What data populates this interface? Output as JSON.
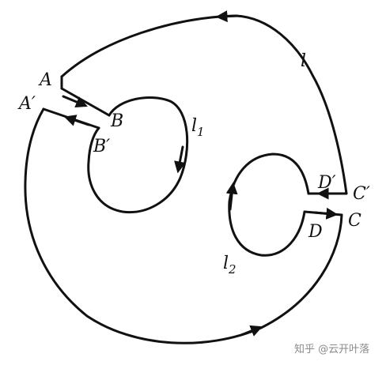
{
  "labels": {
    "A": "A",
    "A_prime": "A′",
    "B": "B",
    "B_prime": "B′",
    "C": "C",
    "C_prime": "C′",
    "D": "D",
    "D_prime": "D′",
    "l": "l",
    "l1": {
      "base": "l",
      "sub": "1"
    },
    "l2": {
      "base": "l",
      "sub": "2"
    }
  },
  "watermark": "知乎 @云开叶落"
}
